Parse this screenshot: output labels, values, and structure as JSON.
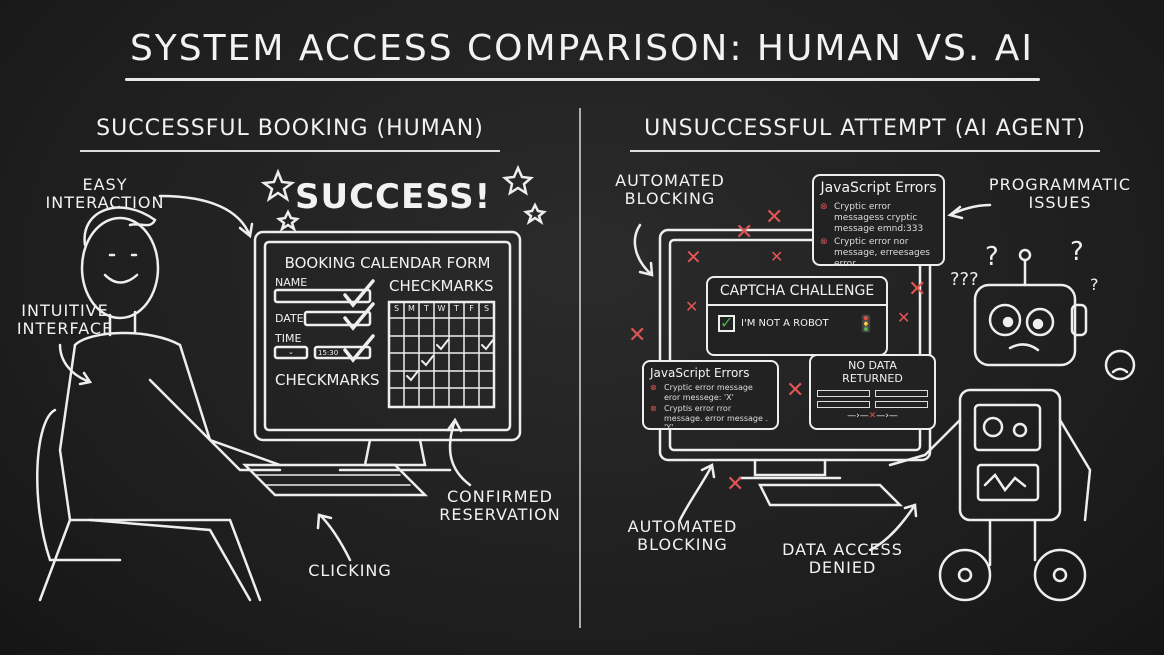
{
  "title": "System Access Comparison: Human vs. AI",
  "left": {
    "subtitle": "Successful Booking (Human)",
    "success": "SUCCESS!",
    "labels": {
      "easy": "Easy Interaction",
      "intuitive": "Intuitive Interface",
      "confirmed": "Confirmed Reservation",
      "clicking": "Clicking"
    },
    "screen": {
      "heading": "Booking Calendar Form",
      "name": "Name",
      "date": "Date",
      "time": "Time",
      "time_value": "15:30",
      "checkmarks_left": "Checkmarks",
      "checkmarks_right": "Checkmarks",
      "days": [
        "S",
        "M",
        "T",
        "W",
        "T",
        "F",
        "S"
      ]
    }
  },
  "right": {
    "subtitle": "Unsuccessful Attempt (AI Agent)",
    "labels": {
      "blocking_top": "Automated Blocking",
      "programmatic": "Programmatic Issues",
      "blocking_bottom": "Automated Blocking",
      "denied": "Data Access Denied"
    },
    "js_top": {
      "title": "JavaScript Errors",
      "lines": [
        "Cryptic error messagess cryptic message emnd:333",
        "Cryptic error nor message, erreesages error."
      ]
    },
    "captcha": {
      "title": "Captcha Challenge",
      "checkbox": "I'm not a robot"
    },
    "js_bottom": {
      "title": "JavaScript Errors",
      "lines": [
        "Cryptic error message eror messege: 'X'",
        "Cryptis error rror message. error message . 'Y'"
      ]
    },
    "no_data": {
      "title": "No Data Returned"
    }
  },
  "colors": {
    "chalk": "#f2f2f2",
    "error_red": "#e05555",
    "check_green": "#4caf50",
    "board": "#1e1e1e"
  }
}
